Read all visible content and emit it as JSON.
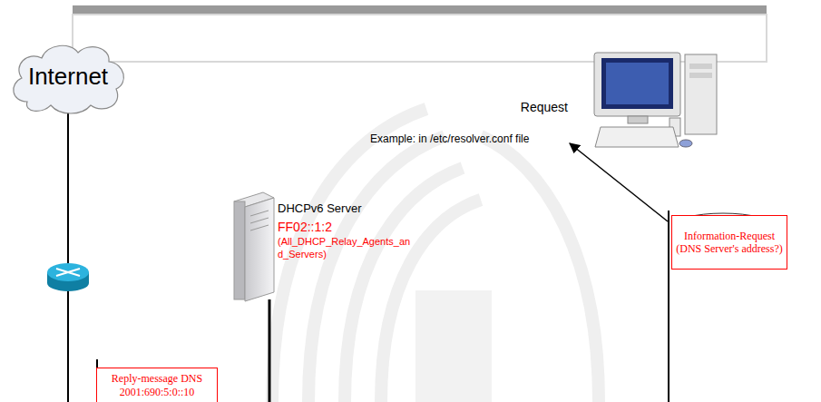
{
  "diagram": {
    "nodes": [
      {
        "text": [
          "Internet"
        ]
      },
      {
        "text": [
          "Information-Request",
          "(DNS Server's address?)"
        ]
      },
      {
        "text": [
          "Reply-message DNS 2001:690:5:0::10"
        ]
      }
    ],
    "labels": [
      "Request",
      "Example: in /etc/resolver.conf file",
      "DHCPv6 Server",
      "FF02::1:2",
      "(All_DHCP_Relay_Agents_and_Servers)"
    ]
  }
}
